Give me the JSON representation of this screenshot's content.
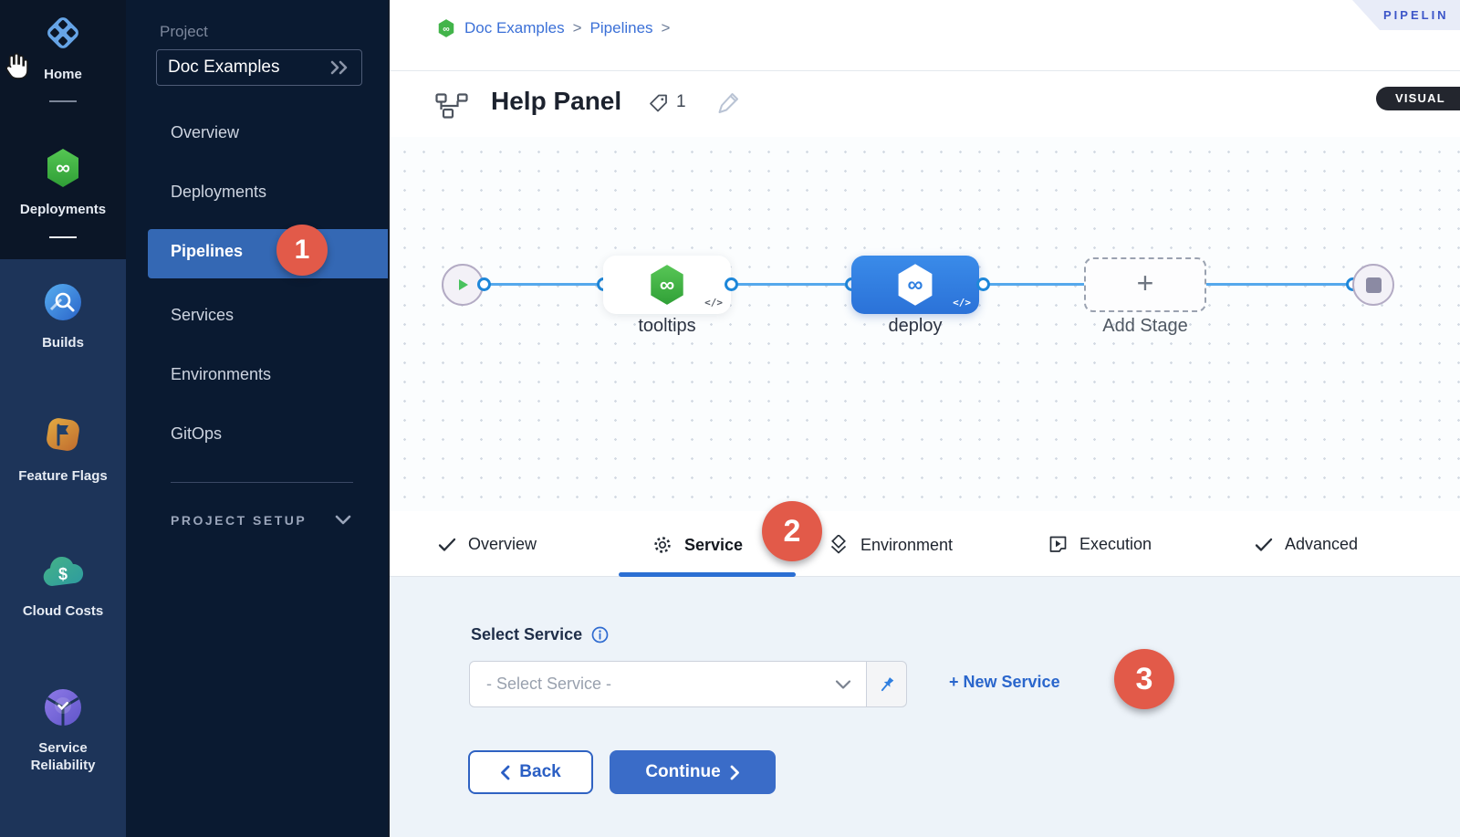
{
  "module_nav": {
    "items": [
      {
        "label": "Home",
        "icon": "home-icon"
      },
      {
        "label": "Deployments",
        "icon": "deployments-icon"
      },
      {
        "label": "Builds",
        "icon": "builds-icon"
      },
      {
        "label": "Feature Flags",
        "icon": "feature-flags-icon"
      },
      {
        "label": "Cloud Costs",
        "icon": "cloud-costs-icon"
      },
      {
        "label": "Service Reliability",
        "icon": "service-reliability-icon"
      }
    ]
  },
  "project_nav": {
    "section_label": "Project",
    "project_name": "Doc Examples",
    "items": [
      {
        "label": "Overview"
      },
      {
        "label": "Deployments"
      },
      {
        "label": "Pipelines"
      },
      {
        "label": "Services"
      },
      {
        "label": "Environments"
      },
      {
        "label": "GitOps"
      }
    ],
    "active_item": "Pipelines",
    "setup_label": "PROJECT SETUP"
  },
  "breadcrumb": {
    "items": [
      "Doc Examples",
      "Pipelines"
    ],
    "separator": ">"
  },
  "header": {
    "title": "Help Panel",
    "tag_count": "1"
  },
  "banner": {
    "label": "PIPELIN"
  },
  "view_toggle": {
    "visual_label": "VISUAL"
  },
  "pipeline": {
    "stages": [
      {
        "name": "tooltips",
        "selected": false
      },
      {
        "name": "deploy",
        "selected": true
      }
    ],
    "add_stage_label": "Add Stage",
    "add_stage_plus": "+",
    "code_glyph": "</>"
  },
  "tabs": {
    "items": [
      {
        "label": "Overview",
        "icon": "check-icon",
        "active": false
      },
      {
        "label": "Service",
        "icon": "gear-icon",
        "active": true
      },
      {
        "label": "Environment",
        "icon": "layers-icon",
        "active": false
      },
      {
        "label": "Execution",
        "icon": "play-box-icon",
        "active": false
      },
      {
        "label": "Advanced",
        "icon": "check-icon",
        "active": false
      }
    ]
  },
  "form": {
    "select_service_label": "Select Service",
    "select_service_placeholder": "- Select Service -",
    "new_service_label": "+ New Service",
    "back_label": "Back",
    "continue_label": "Continue"
  },
  "annotations": {
    "step1": "1",
    "step2": "2",
    "step3": "3"
  },
  "colors": {
    "accent_blue": "#3a6cc8",
    "active_nav_blue": "#3468b4",
    "node_blue": "#2e7fe0",
    "harness_green": "#42b44a",
    "badge_red": "#e25a49",
    "rail_dark": "#0b1627",
    "rail_blue": "#1d3459",
    "sidebar_navy": "#0a1a31",
    "canvas_bg": "#fbfdfe",
    "form_bg": "#edf3f9"
  }
}
